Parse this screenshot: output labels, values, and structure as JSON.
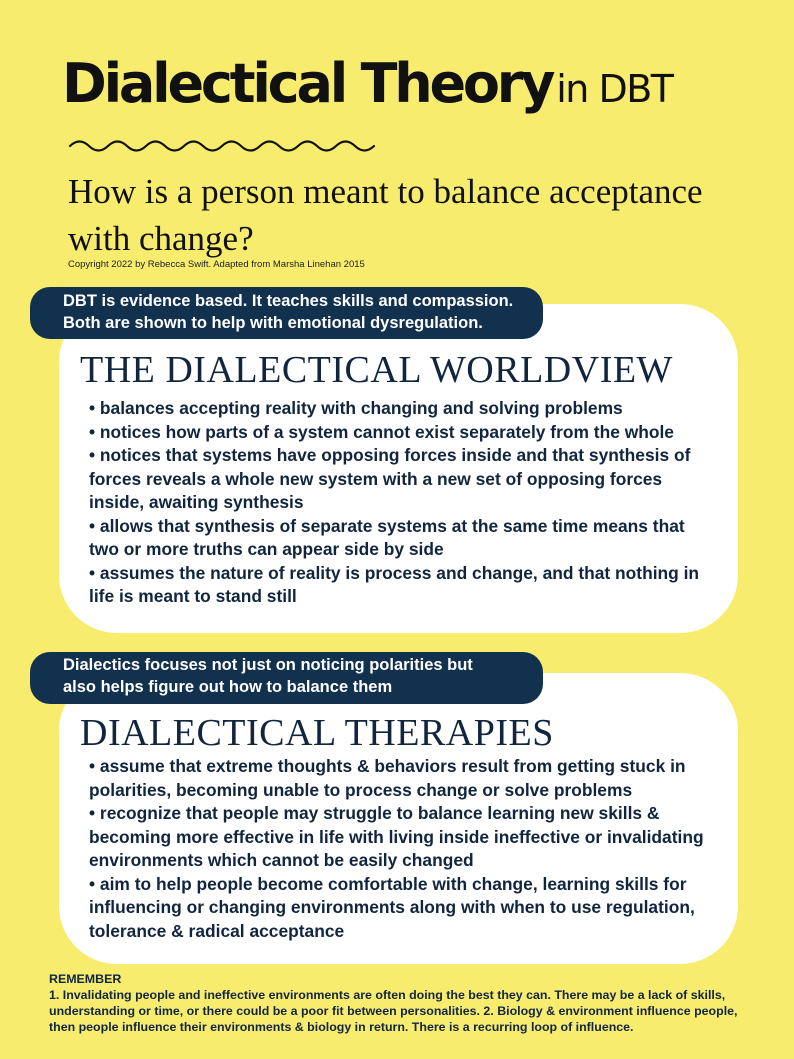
{
  "title": {
    "main": "Dialectical Theory",
    "sub": "in DBT"
  },
  "subtitle": "How is a person meant to balance acceptance with change?",
  "copyright": "Copyright 2022 by Rebecca Swift. Adapted from Marsha Linehan 2015",
  "section1": {
    "callout": [
      "DBT is evidence based. It teaches skills and compassion.",
      "Both are shown to help with emotional dysregulation."
    ],
    "heading": "THE DIALECTICAL WORLDVIEW",
    "bullets": [
      "• balances accepting reality with changing and solving problems",
      "• notices how parts of a system cannot exist separately from the whole",
      "• notices that systems have opposing forces inside and that synthesis of forces reveals a whole new system with a new set of opposing forces inside, awaiting synthesis",
      "• allows that synthesis of separate systems at the same time means that two or more truths can appear side by side",
      "• assumes the nature of reality is process and change, and that nothing in life is meant to stand still"
    ]
  },
  "section2": {
    "callout": [
      "Dialectics focuses not just on noticing polarities but",
      "also helps figure out how to balance them"
    ],
    "heading": "DIALECTICAL THERAPIES",
    "bullets": [
      "• assume that extreme thoughts & behaviors result from getting stuck in polarities, becoming unable to process change or solve problems",
      "• recognize that people may struggle to balance learning new skills & becoming more effective in life with living inside ineffective or invalidating environments which cannot be easily changed",
      "• aim to help people become comfortable with change, learning skills for influencing or changing environments along with when to use regulation, tolerance & radical acceptance"
    ]
  },
  "remember": {
    "heading": "REMEMBER",
    "text": "1. Invalidating people and ineffective environments are often doing the best they can. There may be a lack of skills, understanding or time, or there could be a poor fit between personalities. 2. Biology & environment influence people, then people influence their environments & biology in return. There is a recurring loop of influence."
  },
  "colors": {
    "background": "#f8ec6e",
    "navy": "#12314f",
    "text": "#12253f",
    "card": "#ffffff"
  }
}
